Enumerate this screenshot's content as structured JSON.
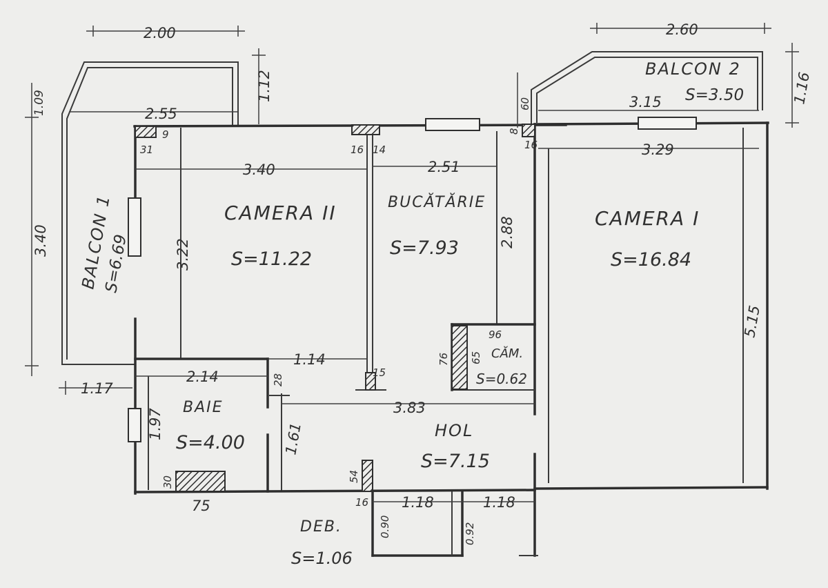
{
  "rooms": {
    "camera2": {
      "name": "CAMERA II",
      "area": "S=11.22"
    },
    "bucatarie": {
      "name": "BUCĂTĂRIE",
      "area": "S=7.93"
    },
    "camera1": {
      "name": "CAMERA I",
      "area": "S=16.84"
    },
    "balcon1": {
      "name": "BALCON 1",
      "area": "S=6.69"
    },
    "balcon2": {
      "name": "BALCON 2",
      "area": "S=3.50"
    },
    "baie": {
      "name": "BAIE",
      "area": "S=4.00"
    },
    "hol": {
      "name": "HOL",
      "area": "S=7.15"
    },
    "deb": {
      "name": "DEB.",
      "area": "S=1.06"
    },
    "camara": {
      "name": "CĂM.",
      "area": "S=0.62"
    }
  },
  "dimensions": {
    "top_balcon1_width": "2.00",
    "top_balcon2_width": "2.60",
    "balcon1_depth": "1.12",
    "balcon1_side": "1.09",
    "balcon2_depth": "1.16",
    "balcon1_length": "3.40",
    "camera2_top": "2.55",
    "camera2_width": "3.40",
    "kitchen_width": "2.51",
    "kitchen_depth": "2.88",
    "camera1_top": "3.15",
    "camera1_width": "3.29",
    "camera1_depth": "5.15",
    "camera2_depth": "3.22",
    "bath_offset": "1.17",
    "bath_width": "2.14",
    "bath_depth": "1.97",
    "hall_gap": "1.14",
    "hall_width": "3.83",
    "hall_depth": "1.61",
    "deb_width": "1.18",
    "deb_right": "1.18",
    "deb_depth_left": "0.90",
    "deb_depth_right": "0.92",
    "pantry_top": "96",
    "pantry_side": "76",
    "pantry_inner": "65",
    "wall_31": "31",
    "wall_9": "9",
    "wall_16a": "16",
    "wall_14": "14",
    "wall_16b": "16",
    "wall_8": "8",
    "wall_60": "60",
    "wall_28": "28",
    "wall_15": "15",
    "wall_54": "54",
    "wall_16c": "16",
    "wall_30": "30",
    "wall_75": "75"
  }
}
